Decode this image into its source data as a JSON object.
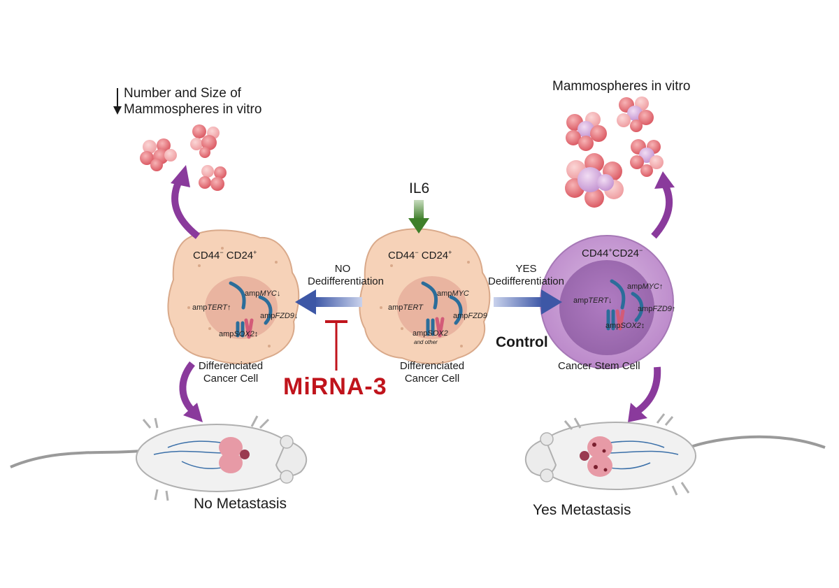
{
  "left_top": {
    "line1": "Number and Size of",
    "line2": "Mammospheres in vitro"
  },
  "right_top": "Mammospheres in vitro",
  "il6": "IL6",
  "left_cell": {
    "markers_a": "CD44",
    "markers_a_sup": "−",
    "markers_b": "CD24",
    "markers_b_sup": "+",
    "caption1": "Differenciated",
    "caption2": "Cancer Cell",
    "genes": {
      "myc": "MYC",
      "tert": "TERT",
      "fzd9": "FZD9",
      "sox2": "SOX2",
      "amp": "amp"
    }
  },
  "center_cell": {
    "markers_a": "CD44",
    "markers_a_sup": "−",
    "markers_b": "CD24",
    "markers_b_sup": "+",
    "caption1": "Differenciated",
    "caption2": "Cancer Cell",
    "genes": {
      "myc": "MYC",
      "tert": "TERT",
      "fzd9": "FZD9",
      "sox2": "SOX2",
      "amp": "amp",
      "other": "and other"
    }
  },
  "right_cell": {
    "markers_a": "CD44",
    "markers_a_sup": "+",
    "markers_b": "CD24",
    "markers_b_sup": "−",
    "caption": "Cancer Stem Cell",
    "genes": {
      "myc": "MYC",
      "tert": "TERT",
      "fzd9": "FZD9",
      "sox2": "SOX2",
      "amp": "amp"
    }
  },
  "no_dediff": {
    "line1": "NO",
    "line2": "Dedifferentiation"
  },
  "yes_dediff": {
    "line1": "YES",
    "line2": "Dedifferentiation"
  },
  "control": "Control",
  "mirna": "MiRNA-3",
  "no_metastasis": "No Metastasis",
  "yes_metastasis": "Yes Metastasis",
  "colors": {
    "cell_fill": "#f6d2b8",
    "cell_stroke": "#d9a98a",
    "nucleus": "#e9b4a0",
    "stem_outer": "#c9a0d6",
    "stem_inner": "#a56fb8",
    "purple_arrow": "#8a3a9c",
    "blue_arrow": "#3d57a6",
    "green_arrow": "#3f7f2a",
    "inhibit_red": "#c0141c",
    "sphere": "#e8737b"
  }
}
